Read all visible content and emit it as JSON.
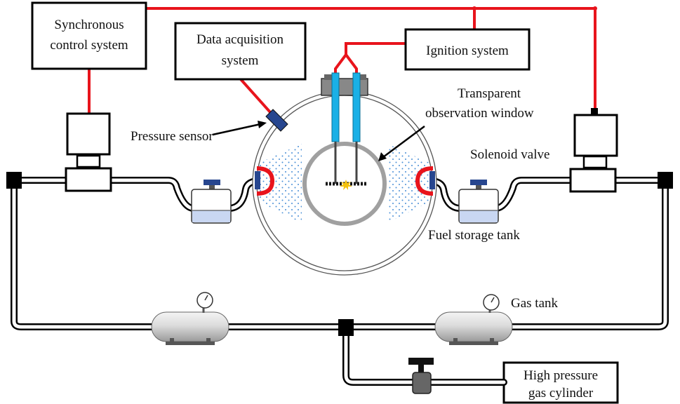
{
  "labels": {
    "sync_line1": "Synchronous",
    "sync_line2": "control system",
    "daq_line1": "Data acquisition",
    "daq_line2": "system",
    "ignition": "Ignition system",
    "window_line1": "Transparent",
    "window_line2": "observation window",
    "pressure_sensor": "Pressure sensor",
    "solenoid_valve": "Solenoid valve",
    "fuel_storage_tank": "Fuel storage tank",
    "gas_tank": "Gas tank",
    "cylinder_line1": "High pressure",
    "cylinder_line2": "gas cylinder"
  },
  "colors": {
    "signal_wire": "#e8141c",
    "electrode": "#1ab0e6",
    "sensor": "#27468f",
    "fuel_liquid": "#c9d7f2",
    "spray_dots": "#4a8fd6",
    "window_ring": "#a0a0a0",
    "spark": "#f4c20d"
  }
}
